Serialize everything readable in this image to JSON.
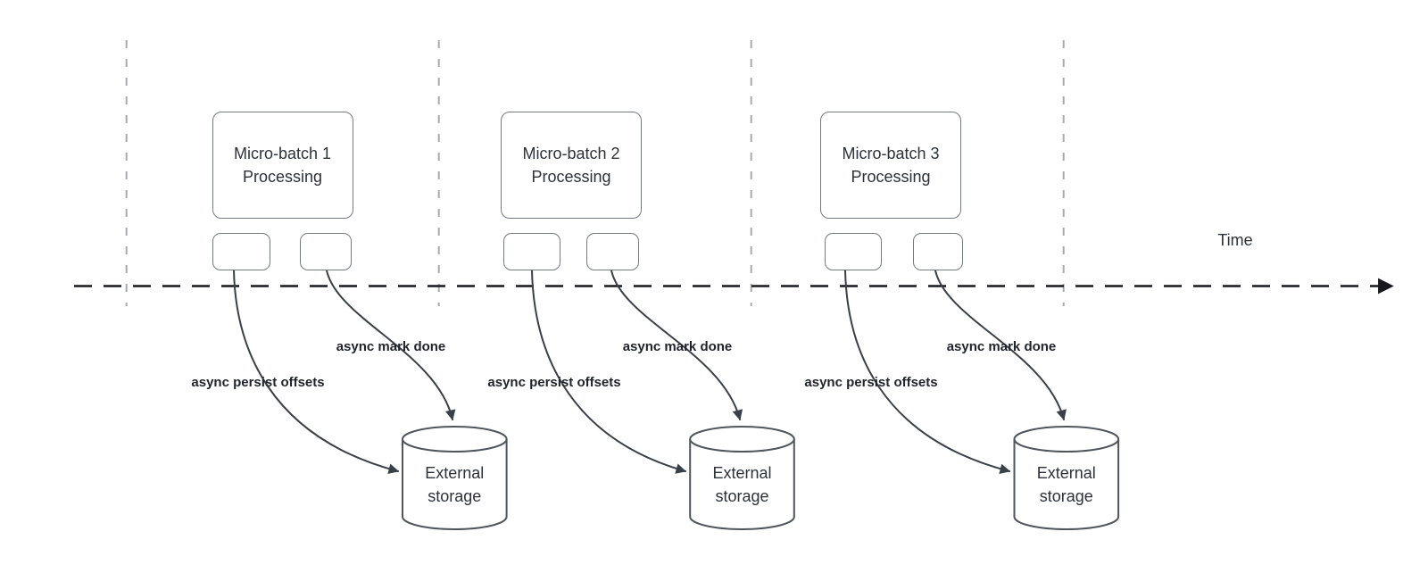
{
  "colors": {
    "axis_stroke": "#17191e",
    "curve_stroke": "#3a4049",
    "boundary_line": "#a8aaad",
    "box_border": "#757a82",
    "cylinder_border": "#51565e",
    "text": "#2c313a"
  },
  "time_axis": {
    "label": "Time"
  },
  "batches": [
    {
      "box_line1": "Micro-batch 1",
      "box_line2": "Processing",
      "persist_label": "async persist offsets",
      "mark_label": "async mark done",
      "storage_line1": "External",
      "storage_line2": "storage"
    },
    {
      "box_line1": "Micro-batch 2",
      "box_line2": "Processing",
      "persist_label": "async persist offsets",
      "mark_label": "async mark done",
      "storage_line1": "External",
      "storage_line2": "storage"
    },
    {
      "box_line1": "Micro-batch 3",
      "box_line2": "Processing",
      "persist_label": "async persist offsets",
      "mark_label": "async mark done",
      "storage_line1": "External",
      "storage_line2": "storage"
    }
  ]
}
